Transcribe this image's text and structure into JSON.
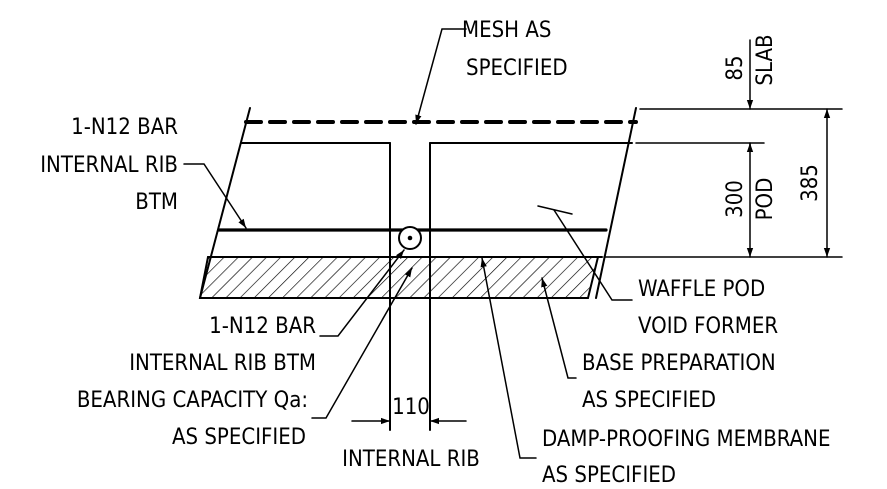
{
  "labels": {
    "mesh_1": "MESH AS",
    "mesh_2": "SPECIFIED",
    "bar_top_1": "1-N12 BAR",
    "bar_top_2": "INTERNAL RIB",
    "bar_top_3": "BTM",
    "bar_bottom_1": "1-N12 BAR",
    "bar_bottom_2": "INTERNAL RIB BTM",
    "bearing_1": "BEARING CAPACITY Qa:",
    "bearing_2": "AS SPECIFIED",
    "rib_width": "110",
    "rib_name": "INTERNAL RIB",
    "waffle_1": "WAFFLE POD",
    "waffle_2": "VOID FORMER",
    "base_1": "BASE PREPARATION",
    "base_2": "AS SPECIFIED",
    "membrane_1": "DAMP-PROOFING MEMBRANE",
    "membrane_2": "AS SPECIFIED",
    "dim_slab_value": "85",
    "dim_slab_name": "SLAB",
    "dim_pod_value": "300",
    "dim_pod_name": "POD",
    "dim_total": "385"
  },
  "colors": {
    "ink": "#000000",
    "background": "#ffffff"
  }
}
